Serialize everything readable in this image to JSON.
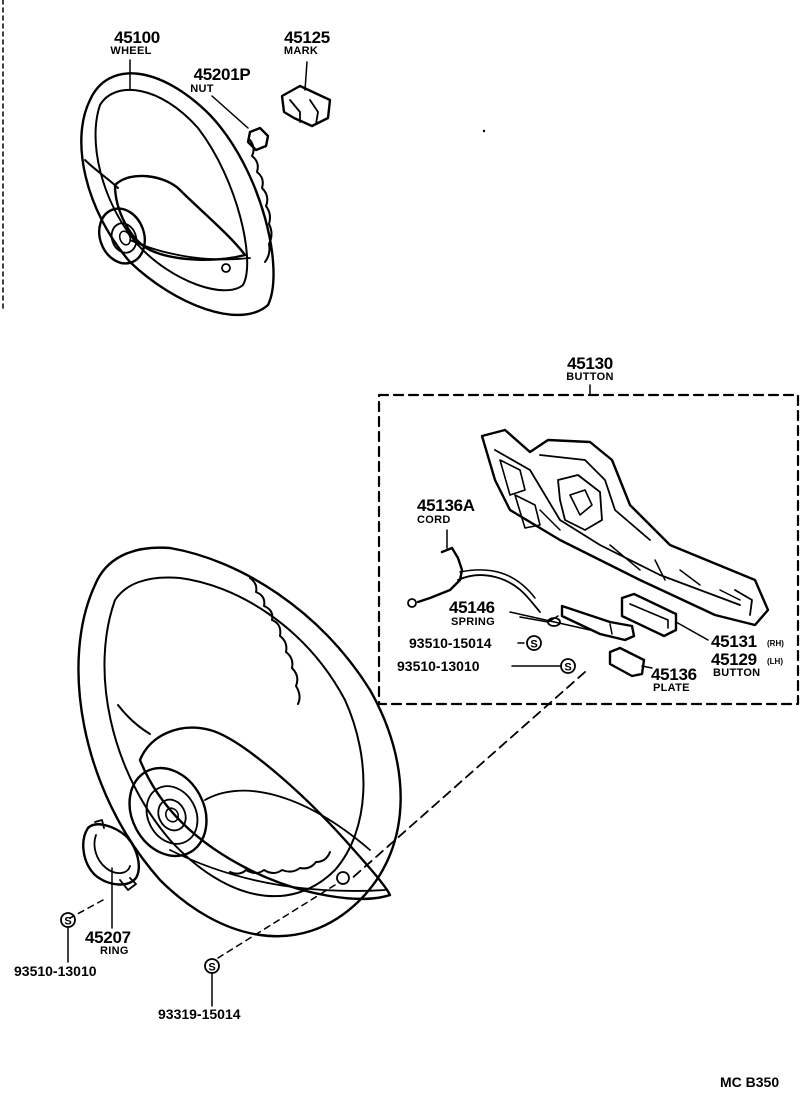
{
  "parts": {
    "wheel": {
      "number": "45100",
      "name": "WHEEL"
    },
    "mark": {
      "number": "45125",
      "name": "MARK"
    },
    "nut": {
      "number": "45201P",
      "name": "NUT"
    },
    "button_asm": {
      "number": "45130",
      "name": "BUTTON"
    },
    "cord": {
      "number": "45136A",
      "name": "CORD"
    },
    "spring": {
      "number": "45146",
      "name": "SPRING"
    },
    "btn_rh": {
      "number": "45131",
      "tag": "(RH)"
    },
    "btn_lh": {
      "number": "45129",
      "tag": "(LH)",
      "name": "BUTTON"
    },
    "plate": {
      "number": "45136",
      "name": "PLATE"
    },
    "ring": {
      "number": "45207",
      "name": "RING"
    }
  },
  "std_parts": {
    "screw_button_1": "93510-15014",
    "screw_button_2": "93510-13010",
    "screw_ring": "93510-13010",
    "screw_wheel": "93319-15014",
    "symbol": "S"
  },
  "footer": {
    "code": "MC B350"
  }
}
